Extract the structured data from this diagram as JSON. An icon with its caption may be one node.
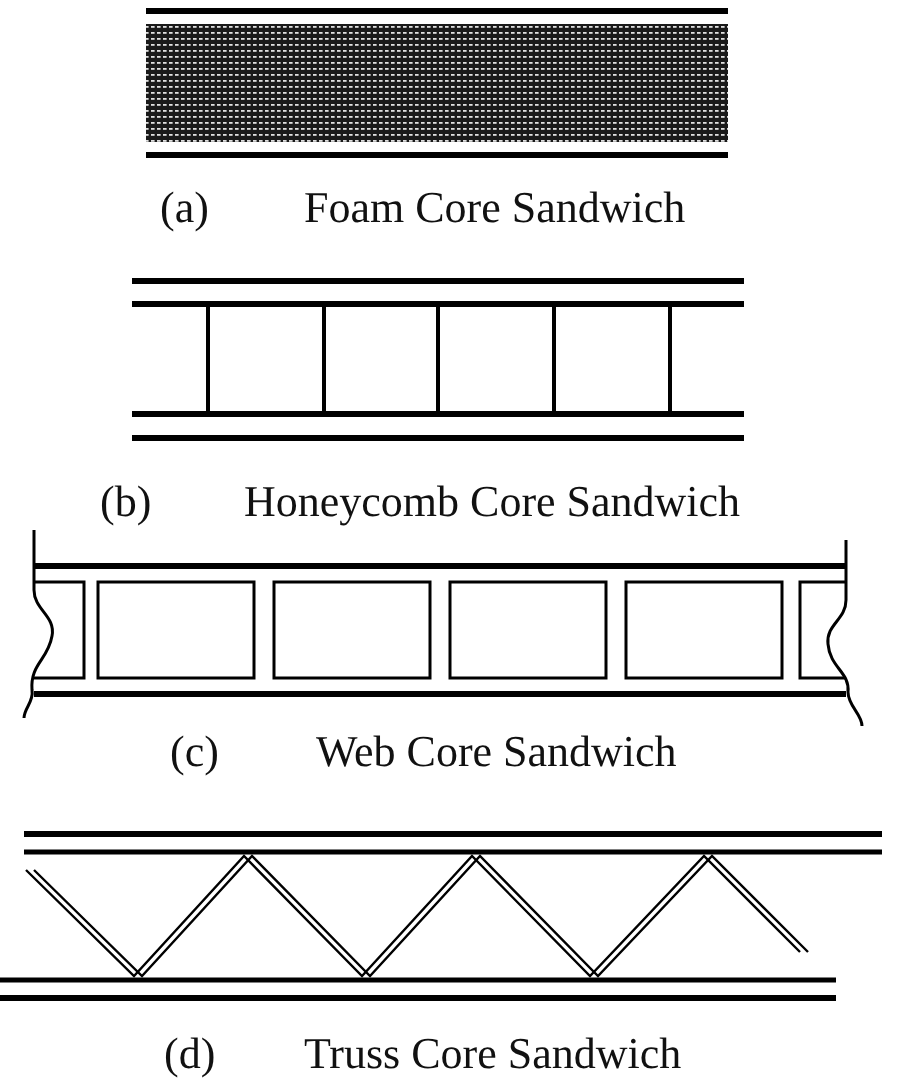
{
  "diagram": {
    "labels": [
      "(a)",
      "Foam Core Sandwich",
      "(b)",
      "Honeycomb Core Sandwich",
      "(c)",
      "Web Core Sandwich",
      "(d)",
      "Truss Core Sandwich"
    ]
  }
}
